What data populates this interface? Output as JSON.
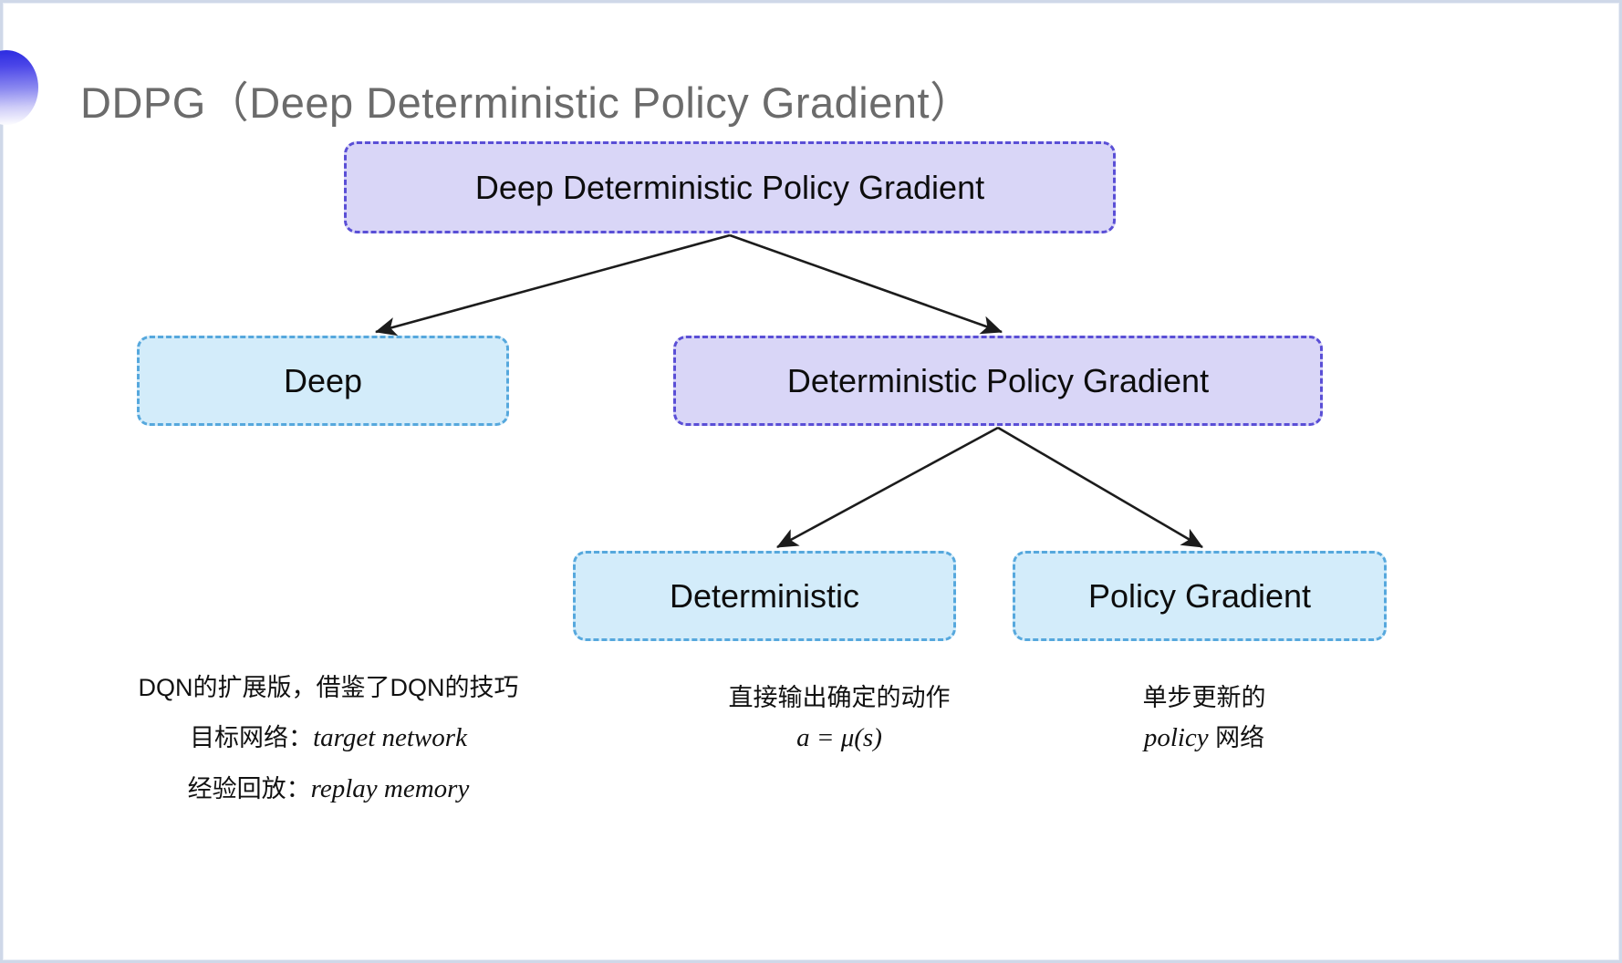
{
  "slide": {
    "title": "DDPG（Deep Deterministic Policy Gradient）",
    "background_color": "#ffffff",
    "frame_color": "#cfd8e8"
  },
  "decoration": {
    "name": "gradient-half-circle",
    "color_start": "#2a2ae0",
    "color_end": "#ffffff"
  },
  "diagram": {
    "nodes": {
      "root": {
        "label": "Deep Deterministic Policy Gradient",
        "fill": "#d9d6f7",
        "border": "#5a4fd6"
      },
      "deep": {
        "label": "Deep",
        "fill": "#d3ecfa",
        "border": "#56a8dd"
      },
      "dpg": {
        "label": "Deterministic Policy Gradient",
        "fill": "#d9d6f7",
        "border": "#5a4fd6"
      },
      "deterministic": {
        "label": "Deterministic",
        "fill": "#d3ecfa",
        "border": "#56a8dd"
      },
      "policy_gradient": {
        "label": "Policy Gradient",
        "fill": "#d3ecfa",
        "border": "#56a8dd"
      }
    },
    "edges": [
      {
        "from": "root",
        "to": "deep"
      },
      {
        "from": "root",
        "to": "dpg"
      },
      {
        "from": "dpg",
        "to": "deterministic"
      },
      {
        "from": "dpg",
        "to": "policy_gradient"
      }
    ],
    "edge_color": "#1c1c1c"
  },
  "captions": {
    "deep": {
      "line1": "DQN的扩展版，借鉴了DQN的技巧",
      "line2_label": "目标网络：",
      "line2_value": "target network",
      "line3_label": "经验回放：",
      "line3_value": "replay memory"
    },
    "deterministic": {
      "line1": "直接输出确定的动作",
      "formula": "a = μ(s)"
    },
    "policy_gradient": {
      "line1": "单步更新的",
      "line2_value": "policy",
      "line2_suffix": " 网络"
    }
  }
}
